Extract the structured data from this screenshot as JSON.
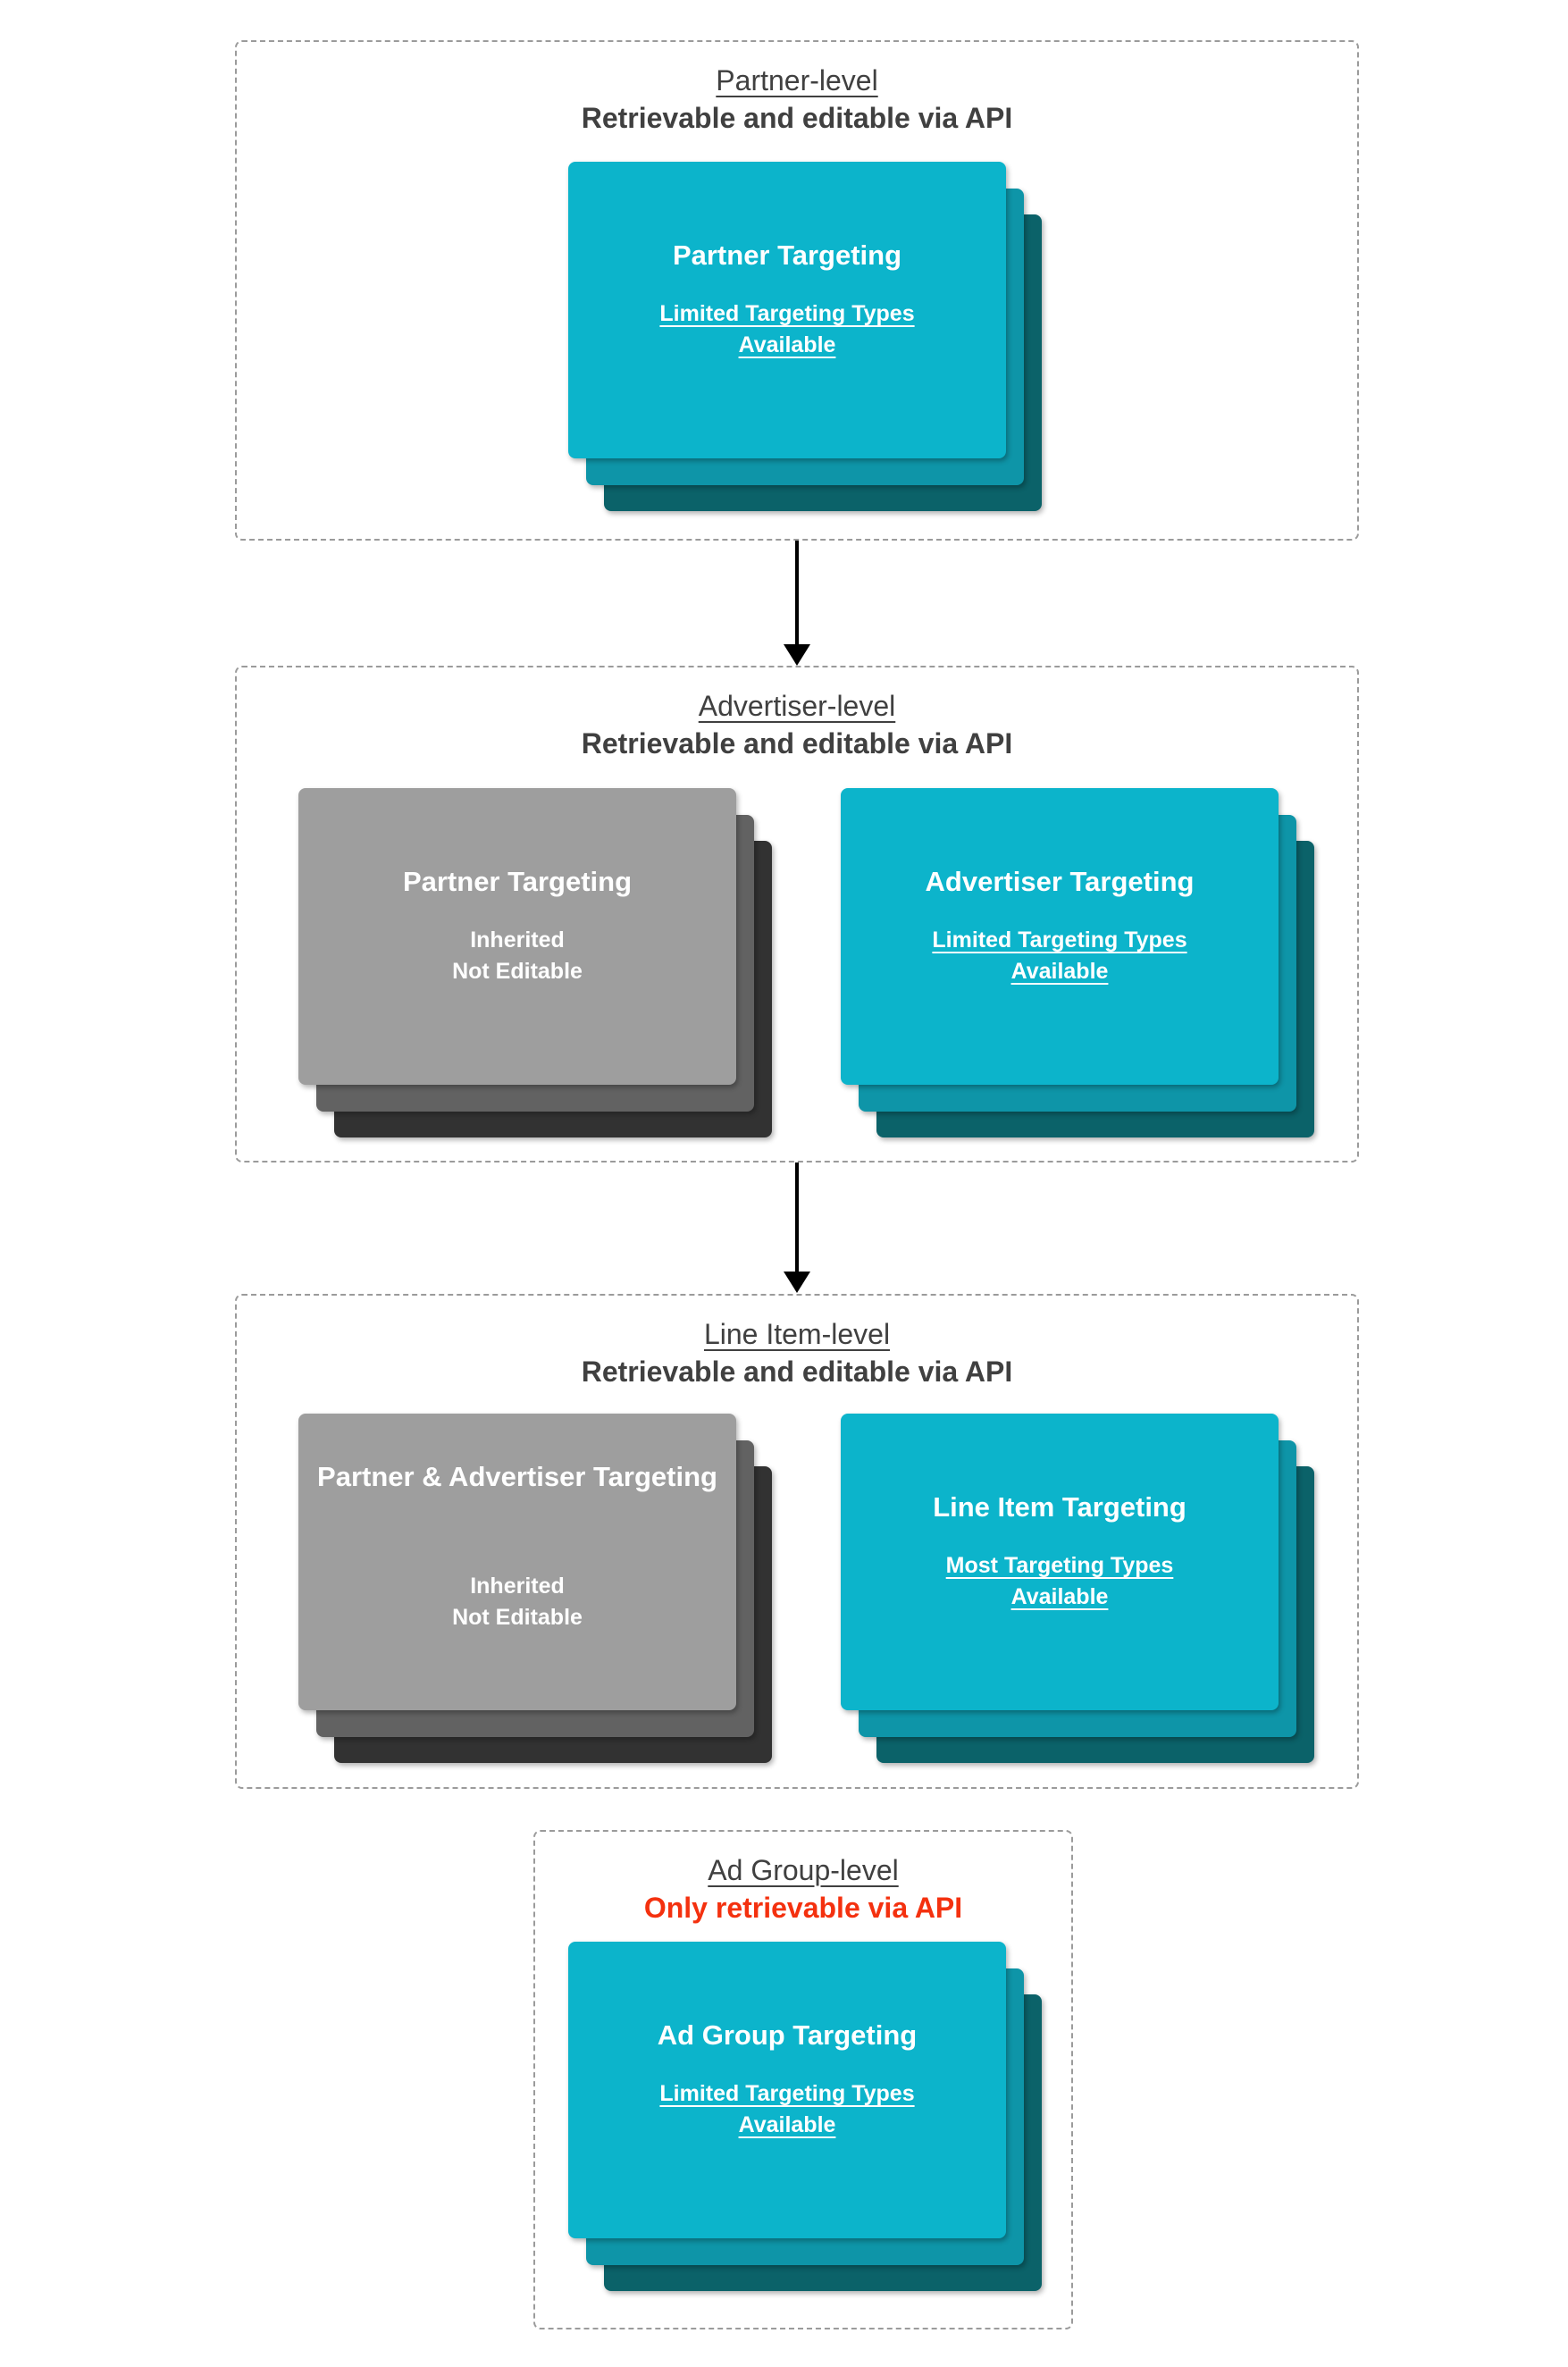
{
  "colors": {
    "teal_card": "#0cb4cb",
    "teal_layer_mid": "#0e95a8",
    "teal_layer_dark": "#0b6269",
    "gray_card": "#9e9e9e",
    "gray_layer_mid": "#626262",
    "gray_layer_dark": "#323232",
    "heading_text": "#404040",
    "red_text": "#f4310f",
    "card_text": "#ffffff",
    "dashed_border": "#9b9b9b",
    "arrow": "#000000"
  },
  "sections": [
    {
      "title": "Partner-level",
      "subtitle": "Retrievable and editable via API",
      "cards": [
        {
          "variant": "teal",
          "title": "Partner Targeting",
          "sub_lines": [
            "Limited Targeting Types",
            "Available"
          ]
        }
      ]
    },
    {
      "title": "Advertiser-level",
      "subtitle": "Retrievable and editable via API",
      "cards": [
        {
          "variant": "gray",
          "title": "Partner Targeting",
          "sub_lines": [
            "Inherited",
            "Not Editable"
          ]
        },
        {
          "variant": "teal",
          "title": "Advertiser Targeting",
          "sub_lines": [
            "Limited Targeting Types",
            "Available"
          ]
        }
      ]
    },
    {
      "title": "Line Item-level",
      "subtitle": "Retrievable and editable via API",
      "cards": [
        {
          "variant": "gray",
          "title": "Partner & Advertiser Targeting",
          "sub_lines": [
            "Inherited",
            "Not Editable"
          ]
        },
        {
          "variant": "teal",
          "title": "Line Item Targeting",
          "sub_lines": [
            "Most Targeting Types",
            "Available"
          ]
        }
      ]
    },
    {
      "title": "Ad Group-level",
      "subtitle": "Only retrievable via API",
      "cards": [
        {
          "variant": "teal",
          "title": "Ad Group Targeting",
          "sub_lines": [
            "Limited Targeting Types",
            "Available"
          ]
        }
      ]
    }
  ],
  "arrows": [
    {
      "name": "partner-to-advertiser"
    },
    {
      "name": "advertiser-to-lineitem"
    }
  ]
}
